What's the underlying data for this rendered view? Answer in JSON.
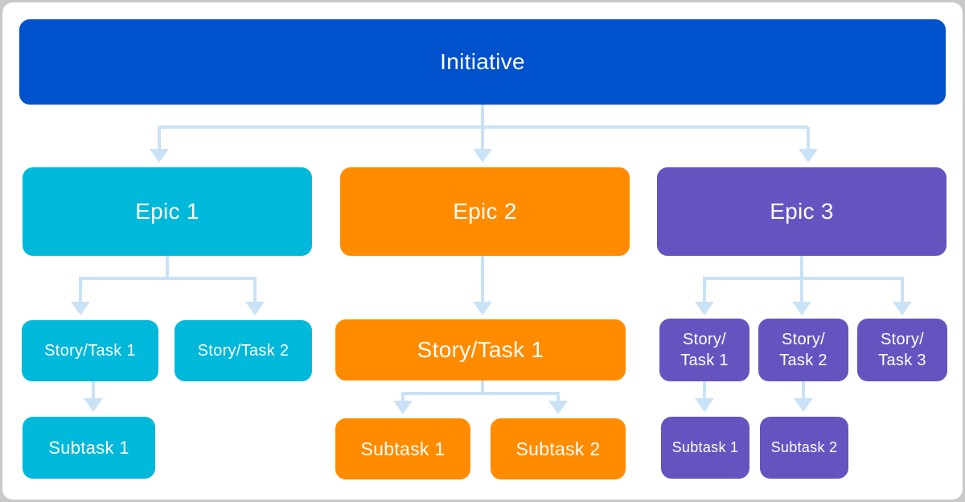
{
  "colors": {
    "initiative": "#0052CC",
    "cyan": "#00B8D9",
    "orange": "#FF8B00",
    "purple": "#6554C0",
    "connector": "#C9E2F6",
    "frame_border": "#C9C9C9",
    "background": "#FFFFFF",
    "text": "#FFFFFF"
  },
  "diagram": {
    "initiative": "Initiative",
    "columns": [
      {
        "epic": "Epic 1",
        "stories": [
          "Story/Task 1",
          "Story/Task 2"
        ],
        "subtasks": [
          "Subtask 1"
        ]
      },
      {
        "epic": "Epic 2",
        "stories": [
          "Story/Task 1"
        ],
        "subtasks": [
          "Subtask 1",
          "Subtask 2"
        ]
      },
      {
        "epic": "Epic 3",
        "stories": [
          "Story/Task 1",
          "Story/Task 2",
          "Story/Task 3"
        ],
        "subtasks": [
          "Subtask 1",
          "Subtask 2"
        ]
      }
    ]
  }
}
